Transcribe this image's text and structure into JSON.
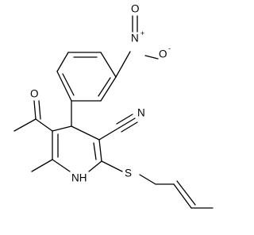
{
  "molecule": {
    "atoms": {
      "nitro_n": "N",
      "nitro_n_charge": "+",
      "nitro_o_top": "O",
      "nitro_o_right": "O",
      "nitro_o_charge": "-",
      "acetyl_o": "O",
      "nitrile_n": "N",
      "ring_nh": "NH",
      "thioether_s": "S"
    },
    "colors": {
      "bond": "#000000",
      "label": "#000000",
      "background": "#ffffff"
    }
  }
}
